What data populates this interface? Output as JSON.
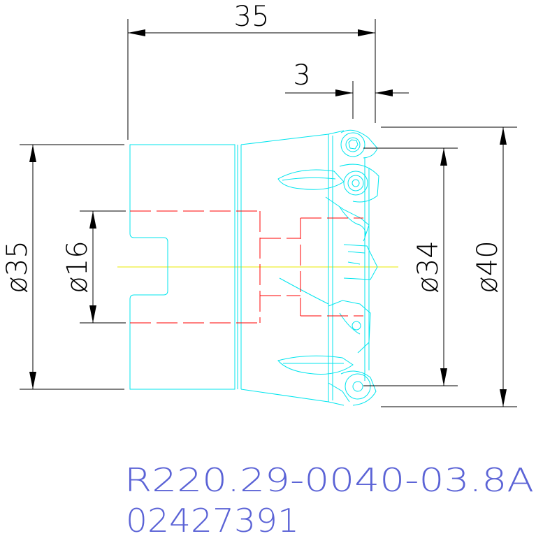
{
  "drawing": {
    "dimensions": {
      "overall_length": "35",
      "flange": "3",
      "shank_diameter": "ø35",
      "bore_diameter": "ø16",
      "cutting_diameter": "ø34",
      "max_diameter": "ø40"
    },
    "part_number": "R220.29-0040-03.8A",
    "order_code": "02427391",
    "colors": {
      "body": "#00e5ee",
      "hidden": "#ff0000",
      "dimension": "#000000",
      "centerline": "#e8e800",
      "text": "#5b63d6"
    }
  }
}
